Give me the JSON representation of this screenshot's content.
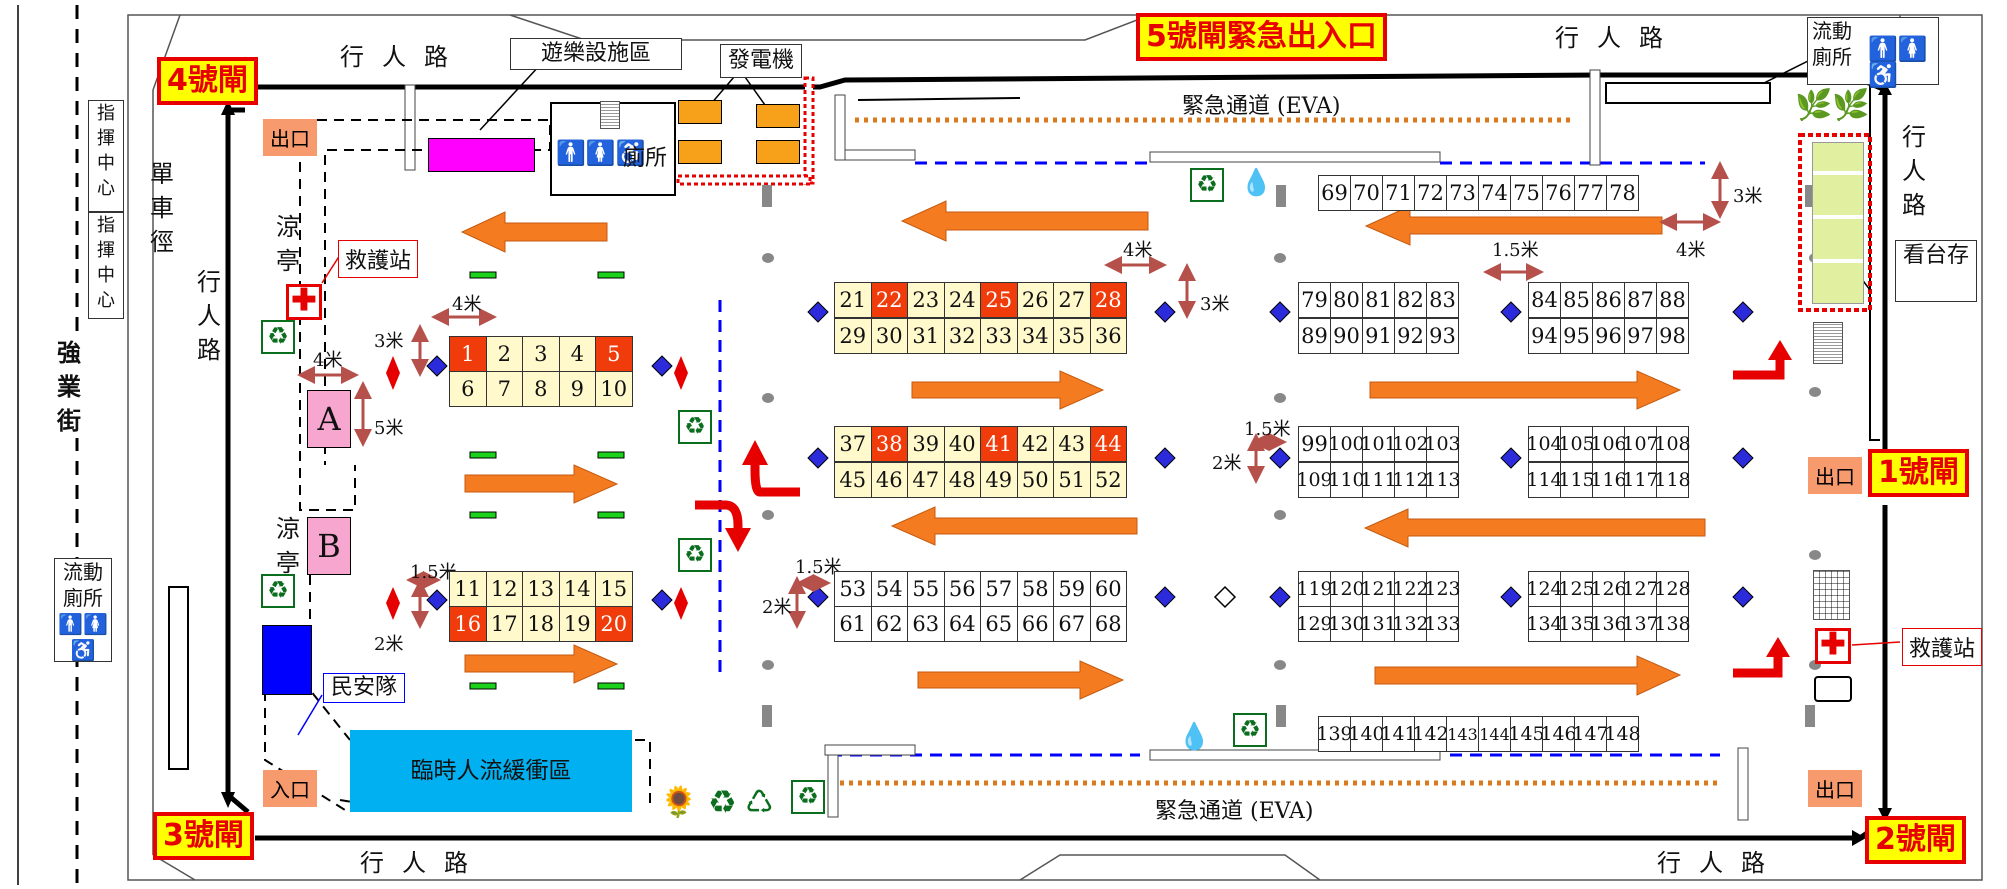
{
  "gates": {
    "gate1": "1號閘",
    "gate2": "2號閘",
    "gate3": "3號閘",
    "gate4": "4號閘",
    "gate5": "5號閘緊急出入口"
  },
  "exits": {
    "exit_topleft": "出口",
    "entrance_bottomleft": "入口",
    "exit_right": "出口",
    "exit_bottomright": "出口"
  },
  "roads": {
    "walkway": "行人路",
    "bike_path": "單車徑",
    "street_left": "強業街",
    "emergency_lane": "緊急通道 (EVA)"
  },
  "facilities": {
    "command_center": "指揮中心",
    "portable_toilet": "流動廁所",
    "toilet": "廁所",
    "playground": "遊樂設施區",
    "generator": "發電機",
    "pavilion": "涼亭",
    "first_aid": "救護站",
    "civil_aid": "民安隊",
    "buffer_zone": "臨時人流緩衝區",
    "stand_storage": "看台存",
    "zone_a": "A",
    "zone_b": "B"
  },
  "dimensions": {
    "d4m": "4米",
    "d3m": "3米",
    "d5m": "5米",
    "d15m": "1.5米",
    "d2m": "2米"
  },
  "stalls": {
    "red": [
      "1",
      "5",
      "16",
      "20",
      "22",
      "25",
      "28",
      "38",
      "41",
      "44"
    ],
    "blockA_top": [
      "1",
      "2",
      "3",
      "4",
      "5"
    ],
    "blockA_bot": [
      "6",
      "7",
      "8",
      "9",
      "10"
    ],
    "blockB_top": [
      "11",
      "12",
      "13",
      "14",
      "15"
    ],
    "blockB_bot": [
      "16",
      "17",
      "18",
      "19",
      "20"
    ],
    "blockC_top": [
      "21",
      "22",
      "23",
      "24",
      "25",
      "26",
      "27",
      "28"
    ],
    "blockC_bot": [
      "29",
      "30",
      "31",
      "32",
      "33",
      "34",
      "35",
      "36"
    ],
    "blockD_top": [
      "37",
      "38",
      "39",
      "40",
      "41",
      "42",
      "43",
      "44"
    ],
    "blockD_bot": [
      "45",
      "46",
      "47",
      "48",
      "49",
      "50",
      "51",
      "52"
    ],
    "blockE_top": [
      "53",
      "54",
      "55",
      "56",
      "57",
      "58",
      "59",
      "60"
    ],
    "blockE_bot": [
      "61",
      "62",
      "63",
      "64",
      "65",
      "66",
      "67",
      "68"
    ],
    "row_top": [
      "69",
      "70",
      "71",
      "72",
      "73",
      "74",
      "75",
      "76",
      "77",
      "78"
    ],
    "blockF1_top": [
      "79",
      "80",
      "81",
      "82",
      "83"
    ],
    "blockF1_bot": [
      "89",
      "90",
      "91",
      "92",
      "93"
    ],
    "blockF2_top": [
      "84",
      "85",
      "86",
      "87",
      "88"
    ],
    "blockF2_bot": [
      "94",
      "95",
      "96",
      "97",
      "98"
    ],
    "blockG1_top": [
      "99",
      "100",
      "101",
      "102",
      "103"
    ],
    "blockG1_bot": [
      "109",
      "110",
      "111",
      "112",
      "113"
    ],
    "blockG2_top": [
      "104",
      "105",
      "106",
      "107",
      "108"
    ],
    "blockG2_bot": [
      "114",
      "115",
      "116",
      "117",
      "118"
    ],
    "blockH1_top": [
      "119",
      "120",
      "121",
      "122",
      "123"
    ],
    "blockH1_bot": [
      "129",
      "130",
      "131",
      "132",
      "133"
    ],
    "blockH2_top": [
      "124",
      "125",
      "126",
      "127",
      "128"
    ],
    "blockH2_bot": [
      "134",
      "135",
      "136",
      "137",
      "138"
    ],
    "row_bottom": [
      "139",
      "140",
      "141",
      "142",
      "143",
      "144",
      "145",
      "146",
      "147",
      "148"
    ]
  },
  "colors": {
    "gate_fill": "#ffff00",
    "gate_border": "#e60000",
    "stall_yellow": "#fff9cc",
    "stall_red": "#f03c0a",
    "arrow": "#f47b20",
    "buffer": "#00b0f0",
    "civil": "#0000ff",
    "diamond": "#2b2bdb",
    "playground": "#ff00ff"
  }
}
